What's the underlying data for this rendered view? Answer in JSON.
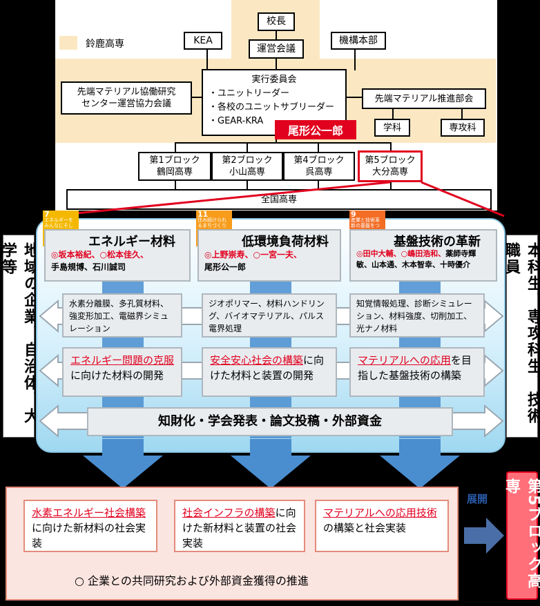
{
  "legend": {
    "label": "鈴鹿高専",
    "color": "#fbe8c2"
  },
  "org": {
    "president": "校長",
    "management": "運営会議",
    "kea": "KEA",
    "hq": "機構本部",
    "exec_title": "実行委員会",
    "exec_items": [
      "・ユニットリーダー",
      "・各校のユニットサブリーダー",
      "・GEAR-KRA"
    ],
    "exec_name": "尾形公一郎",
    "left_council": [
      "先端マテリアル協働研究",
      "センター運営協力会議"
    ],
    "right_dept": "先端マテリアル推進部会",
    "dept1": "学科",
    "dept2": "専攻科",
    "blocks": [
      {
        "line1": "第1ブロック",
        "line2": "鶴岡高専"
      },
      {
        "line1": "第2ブロック",
        "line2": "小山高専"
      },
      {
        "line1": "第4ブロック",
        "line2": "呉高専"
      },
      {
        "line1": "第5ブロック",
        "line2": "大分高専"
      }
    ],
    "national": "全国高専"
  },
  "left_side": "地域の企業、自治体、大学等",
  "right_side": "本科生、専攻科生、技術職員",
  "columns": [
    {
      "sdg_num": "7",
      "sdg_text": "エネルギーをみんなにそしてクリーンに",
      "sdg_color": "#f5b800",
      "title": "エネルギー材料",
      "members_red": "◎坂本裕紀、○松本佳久、",
      "members_black": "手島規博、石川誠司",
      "topics": "水素分離膜、多孔質材料、強変形加工、電磁界シミュレーション",
      "goal_red": "エネルギー問題の克服",
      "goal_rest": "に向けた材料の開発"
    },
    {
      "sdg_num": "11",
      "sdg_text": "住み続けられるまちづくりを",
      "sdg_color": "#f89c1c",
      "title": "低環境負荷材料",
      "members_red": "◎上野崇寿、○一宮一夫、",
      "members_black": "尾形公一郎",
      "topics": "ジオポリマー、材料ハンドリング、バイオマテリアル、パルス電界処理",
      "goal_red": "安全安心社会の構築",
      "goal_rest": "に向けた材料と装置の開発"
    },
    {
      "sdg_num": "9",
      "sdg_text": "産業と技術革新の基盤をつくろう",
      "sdg_color": "#f36d25",
      "title": "基盤技術の革新",
      "members_red": "◎田中大輔、○嶋田浩和、",
      "members_black": "薬師寺輝敏、山本通、木本智幸、十時優介",
      "topics": "知覚情報処理、診断シミュレーション、材料強度、切削加工、光ナノ材料",
      "goal_red": "マテリアルへの応用",
      "goal_rest": "を目指した基盤技術の構築"
    }
  ],
  "dissemination": "知財化・学会発表・論文投稿・外部資金",
  "outcomes": [
    {
      "red": "水素エネルギー社会構築",
      "rest": "に向けた新材料の社会実装"
    },
    {
      "red": "社会インフラの構築",
      "rest": "に向けた新材料と装置の社会実装"
    },
    {
      "red": "マテリアルへの応用技術",
      "rest": "の構築と社会実装"
    }
  ],
  "bottom_note": "○ 企業との共同研究および外部資金獲得の推進",
  "expand_label": "展開",
  "final_target": "第5ブロック高専"
}
